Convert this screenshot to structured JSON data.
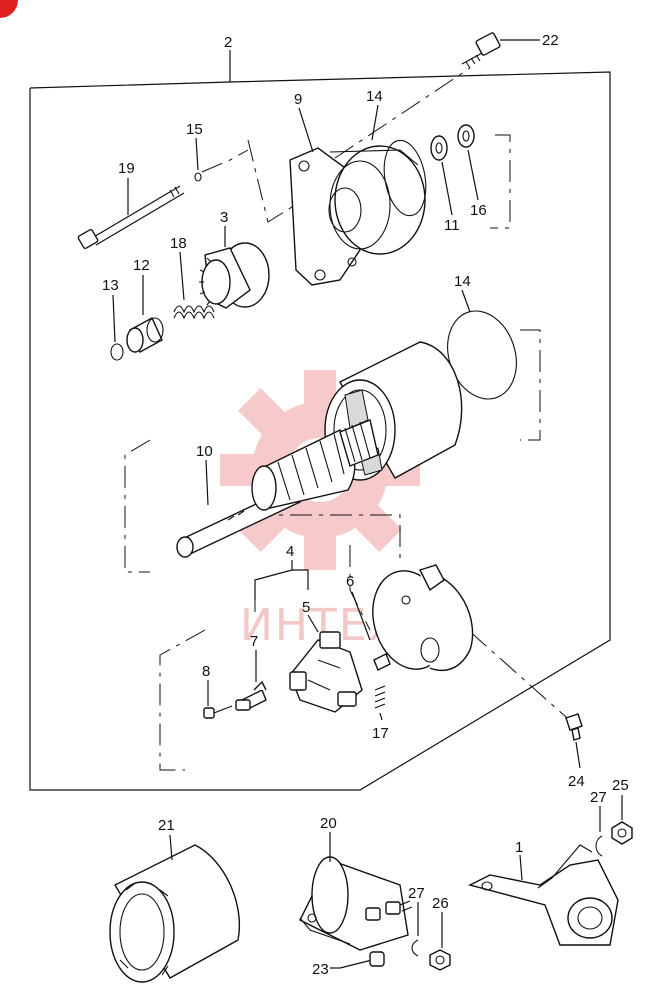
{
  "diagram": {
    "labels": {
      "p1": "1",
      "p2": "2",
      "p3": "3",
      "p4": "4",
      "p5": "5",
      "p6": "6",
      "p7": "7",
      "p8": "8",
      "p9": "9",
      "p10": "10",
      "p11": "11",
      "p12": "12",
      "p13": "13",
      "p14a": "14",
      "p14b": "14",
      "p15": "15",
      "p16": "16",
      "p17": "17",
      "p18": "18",
      "p19": "19",
      "p20": "20",
      "p21": "21",
      "p22": "22",
      "p23": "23",
      "p24": "24",
      "p25": "25",
      "p26": "26",
      "p27a": "27",
      "p27b": "27"
    },
    "watermark": {
      "text": "ИНТЕХ",
      "color": "#e8a3a3"
    },
    "corner_mark_color": "#e02020"
  }
}
